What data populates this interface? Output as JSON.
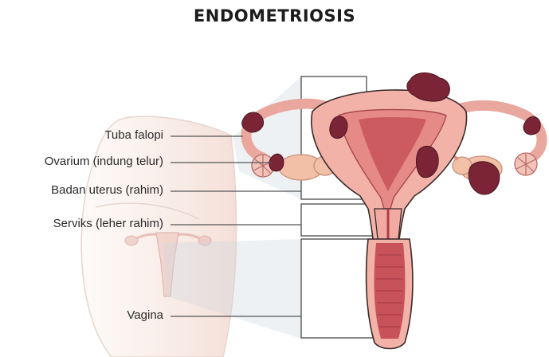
{
  "title": "ENDOMETRIOSIS",
  "labels": {
    "tuba": "Tuba falopi",
    "ovarium": "Ovarium (indung telur)",
    "badan_uterus": "Badan uterus (rahim)",
    "serviks": "Serviks (leher rahim)",
    "vagina": "Vagina"
  },
  "colors": {
    "tissue": "#f2b2a8",
    "tissue_dark": "#d97f78",
    "lining": "#c8525a",
    "lesion": "#7a2436",
    "outline": "#3a2a2a",
    "leader": "#555555"
  }
}
